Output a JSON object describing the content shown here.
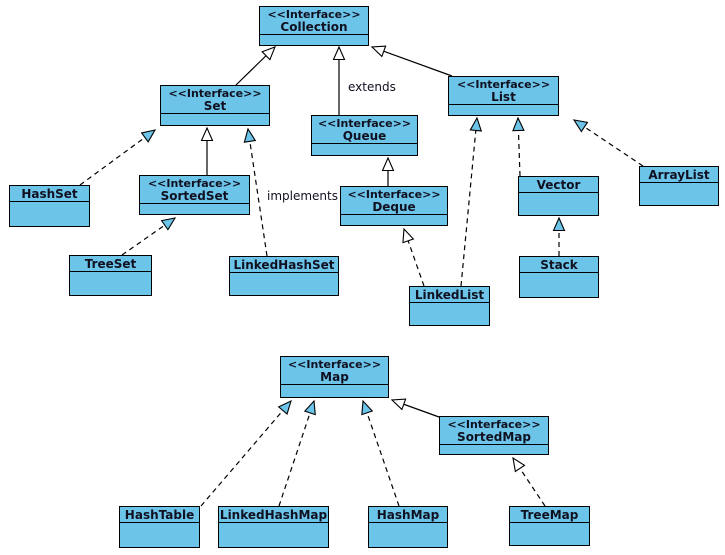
{
  "labels": {
    "extends": "extends",
    "implements": "implements"
  },
  "nodes": {
    "collection": {
      "stereotype": "<<Interface>>",
      "name": "Collection"
    },
    "set": {
      "stereotype": "<<Interface>>",
      "name": "Set"
    },
    "queue": {
      "stereotype": "<<Interface>>",
      "name": "Queue"
    },
    "list": {
      "stereotype": "<<Interface>>",
      "name": "List"
    },
    "sortedset": {
      "stereotype": "<<Interface>>",
      "name": "SortedSet"
    },
    "deque": {
      "stereotype": "<<Interface>>",
      "name": "Deque"
    },
    "map": {
      "stereotype": "<<Interface>>",
      "name": "Map"
    },
    "sortedmap": {
      "stereotype": "<<Interface>>",
      "name": "SortedMap"
    },
    "hashset": {
      "name": "HashSet"
    },
    "treeset": {
      "name": "TreeSet"
    },
    "linkedhashset": {
      "name": "LinkedHashSet"
    },
    "linkedlist": {
      "name": "LinkedList"
    },
    "vector": {
      "name": "Vector"
    },
    "stack": {
      "name": "Stack"
    },
    "arraylist": {
      "name": "ArrayList"
    },
    "hashtable": {
      "name": "HashTable"
    },
    "linkedhashmap": {
      "name": "LinkedHashMap"
    },
    "hashmap": {
      "name": "HashMap"
    },
    "treemap": {
      "name": "TreeMap"
    }
  },
  "colors": {
    "node_fill": "#6CC5E9",
    "border": "#000000",
    "background": "#FFFFFF",
    "text": "#101020"
  }
}
